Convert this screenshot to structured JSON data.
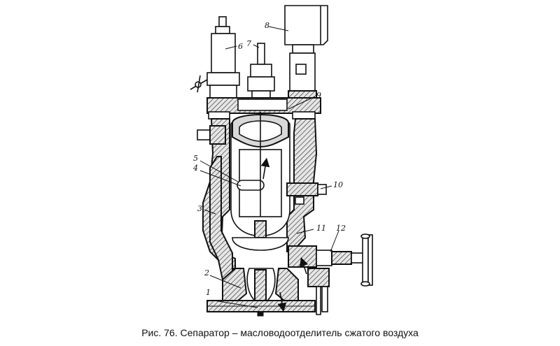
{
  "caption": "Рис. 76. Сепаратор – масловодоотделитель сжатого воздуха",
  "labels": {
    "l1": "1",
    "l2": "2",
    "l3": "3",
    "l4": "4",
    "l5": "5",
    "l6": "6",
    "l7": "7",
    "l8": "8",
    "l9": "9",
    "l10": "10",
    "l11": "11",
    "l12": "12"
  }
}
